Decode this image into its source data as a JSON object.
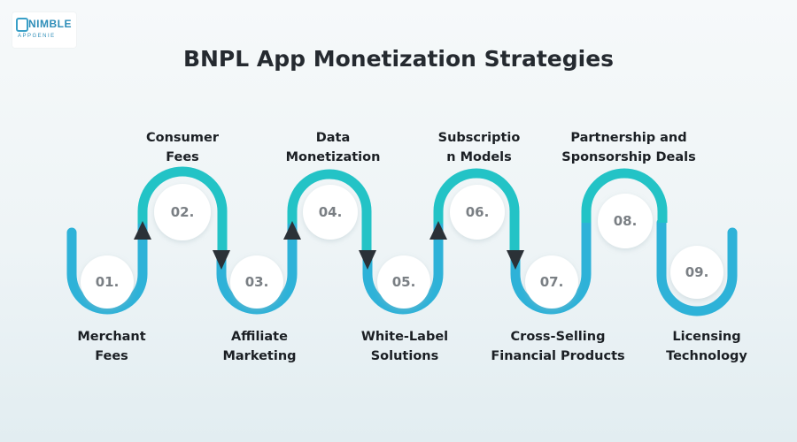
{
  "header": {
    "logo_name": "NIMBLE",
    "logo_sub": "APPGENIE",
    "title": "BNPL App Monetization Strategies"
  },
  "colors": {
    "teal": "#23c3c6",
    "blue": "#2eb2d8",
    "arrow": "#2b3137",
    "step_number": "#7a7f84"
  },
  "steps": [
    {
      "number": "01.",
      "label_line1": "Merchant",
      "label_line2": "Fees"
    },
    {
      "number": "02.",
      "label_line1": "Consumer",
      "label_line2": "Fees"
    },
    {
      "number": "03.",
      "label_line1": "Affiliate",
      "label_line2": "Marketing"
    },
    {
      "number": "04.",
      "label_line1": "Data",
      "label_line2": "Monetization"
    },
    {
      "number": "05.",
      "label_line1": "White-Label",
      "label_line2": "Solutions"
    },
    {
      "number": "06.",
      "label_line1": "Subscriptio",
      "label_line2": "n Models"
    },
    {
      "number": "07.",
      "label_line1": "Cross-Selling",
      "label_line2": "Financial Products"
    },
    {
      "number": "08.",
      "label_line1": "Partnership and",
      "label_line2": "Sponsorship Deals"
    },
    {
      "number": "09.",
      "label_line1": "Licensing",
      "label_line2": "Technology"
    }
  ]
}
